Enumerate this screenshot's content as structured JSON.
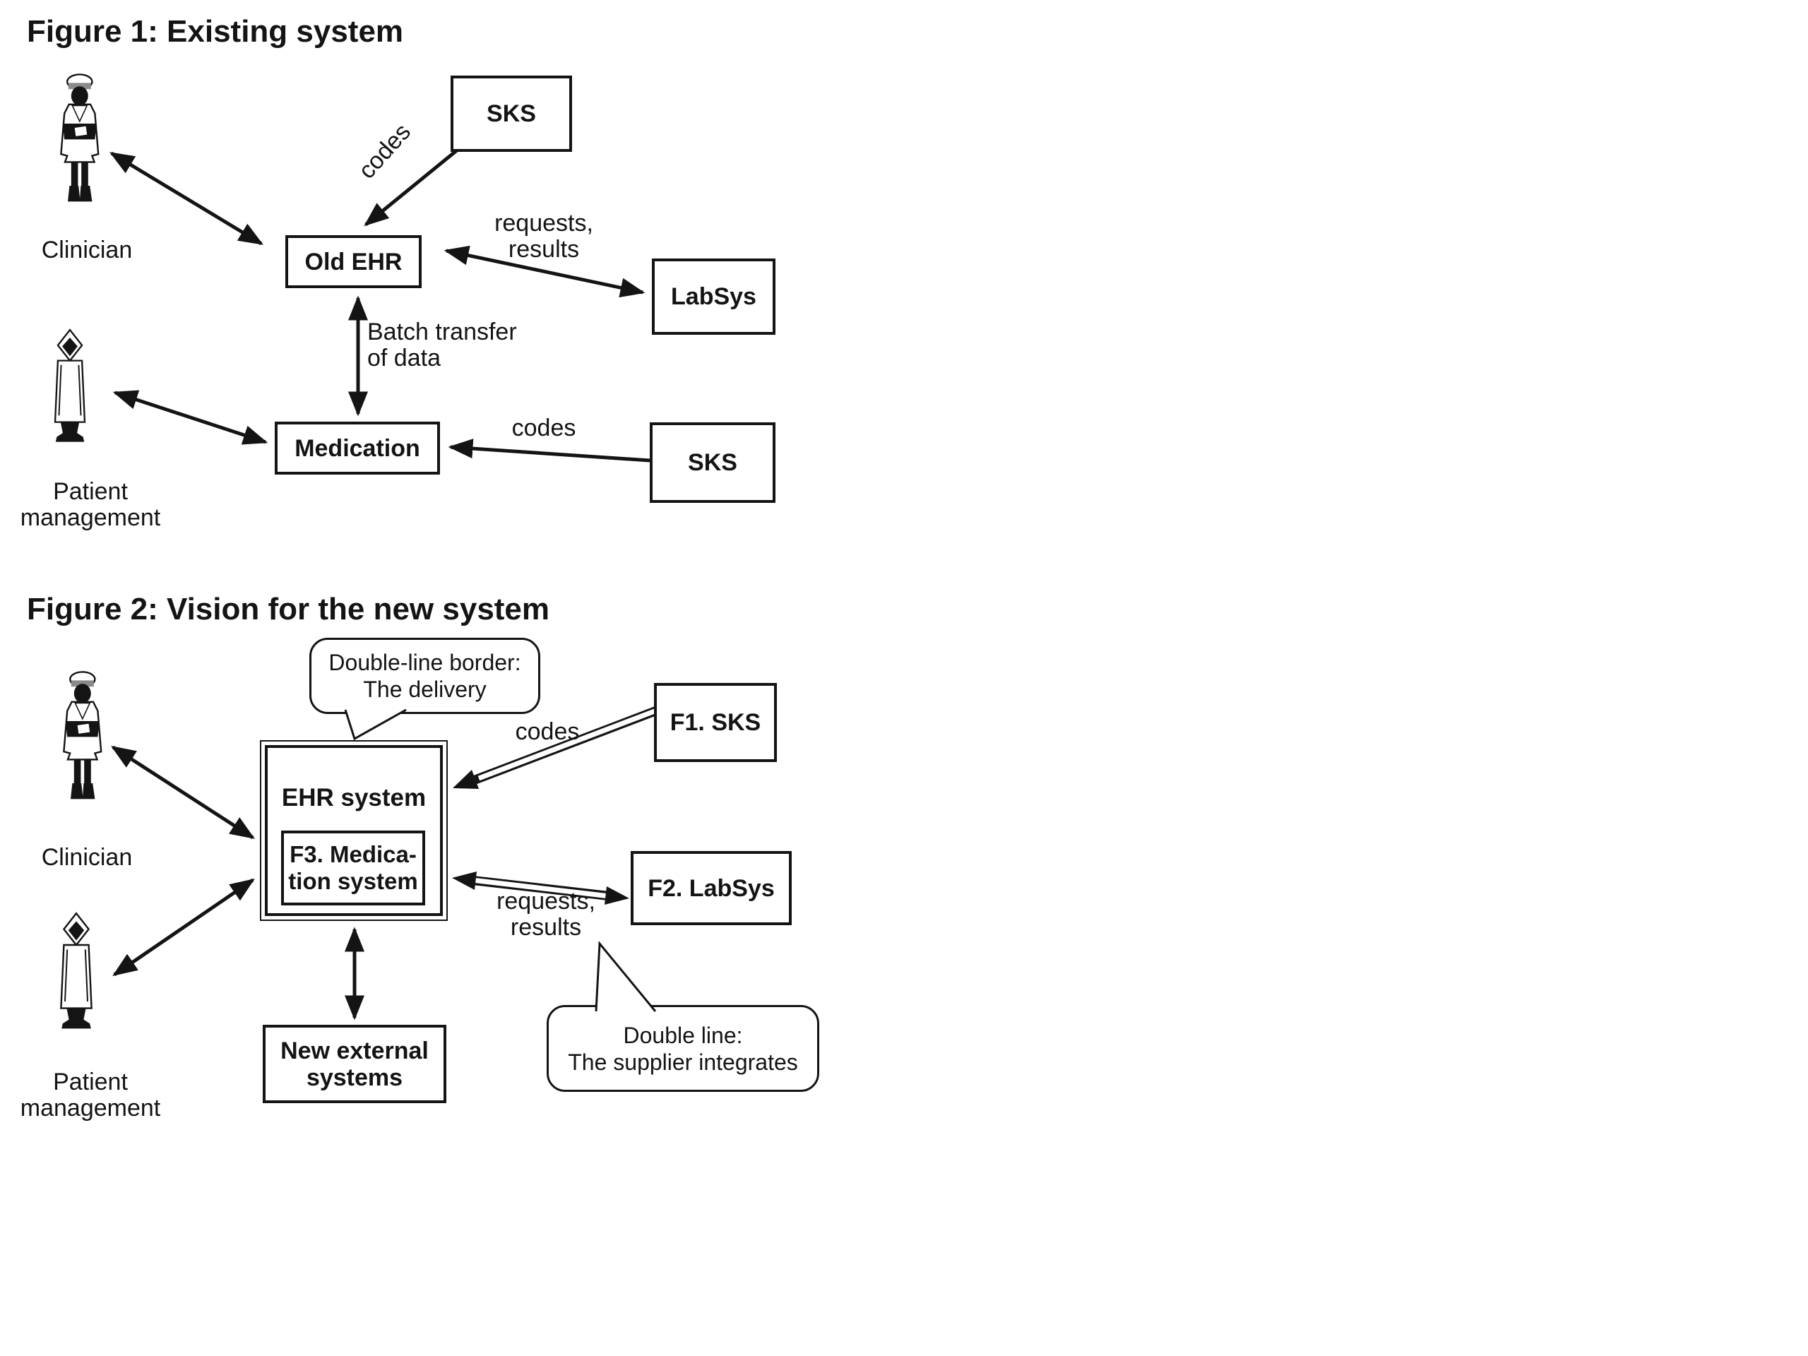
{
  "colors": {
    "ink": "#141414",
    "paper": "#ffffff"
  },
  "icons": {
    "clinician": "clinician-person-icon",
    "patient_management": "patient-person-icon"
  },
  "figure1": {
    "title": "Figure 1: Existing system",
    "clinician_label": "Clinician",
    "patient_label_line1": "Patient",
    "patient_label_line2": "management",
    "boxes": {
      "sks_top": "SKS",
      "old_ehr": "Old EHR",
      "labsys": "LabSys",
      "medication": "Medication",
      "sks_bottom": "SKS"
    },
    "labels": {
      "codes_top": "codes",
      "requests_line1": "requests,",
      "requests_line2": "results",
      "batch_line1": "Batch transfer",
      "batch_line2": "of data",
      "codes_bottom": "codes"
    }
  },
  "figure2": {
    "title": "Figure 2: Vision for the new system",
    "clinician_label": "Clinician",
    "patient_label_line1": "Patient",
    "patient_label_line2": "management",
    "callout_delivery": {
      "line1": "Double-line border:",
      "line2": "The delivery"
    },
    "callout_supplier": {
      "line1": "Double line:",
      "line2": "The supplier integrates"
    },
    "boxes": {
      "f1_sks": "F1. SKS",
      "ehr_system": "EHR system",
      "f3_line1": "F3. Medica-",
      "f3_line2": "tion system",
      "f2_labsys": "F2. LabSys",
      "new_external_line1": "New external",
      "new_external_line2": "systems"
    },
    "labels": {
      "codes": "codes",
      "requests_line1": "requests,",
      "requests_line2": "results"
    }
  }
}
